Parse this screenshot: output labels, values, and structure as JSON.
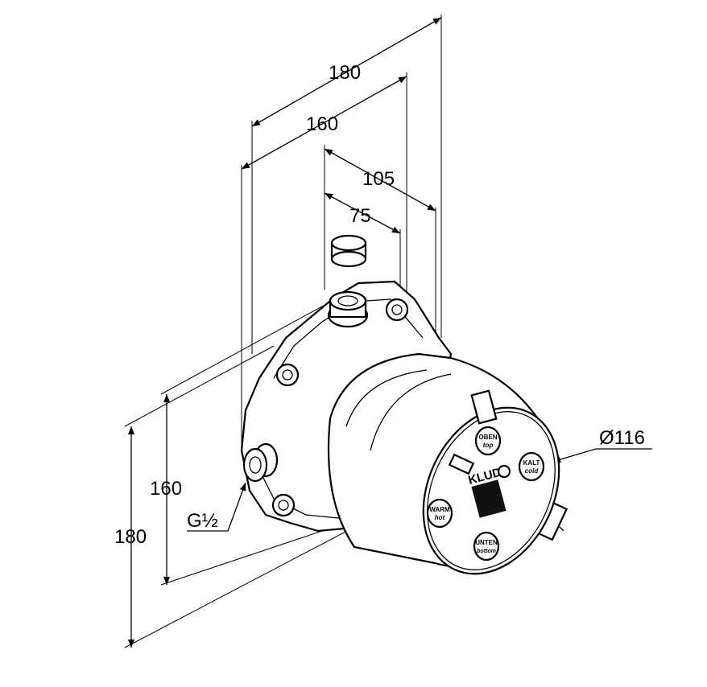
{
  "dimensions": {
    "width_180": "180",
    "width_160": "160",
    "depth_105": "105",
    "depth_75": "75",
    "height_160": "160",
    "height_180": "180",
    "diameter": "Ø116",
    "thread": "G½"
  },
  "cap_labels": {
    "brand": "KLUDI",
    "top_de": "OBEN",
    "top_en": "top",
    "cold_de": "KALT",
    "cold_en": "cold",
    "hot_de": "WARM",
    "hot_en": "hot",
    "bottom_de": "UNTEN",
    "bottom_en": "bottom"
  }
}
